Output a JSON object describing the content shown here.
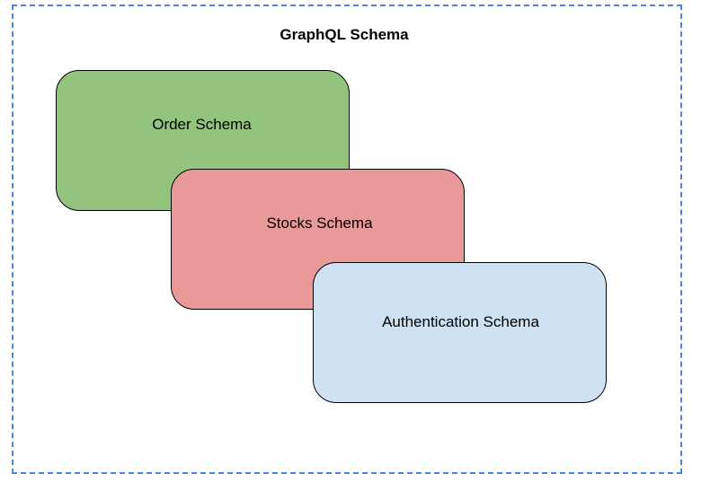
{
  "diagram": {
    "title": "GraphQL Schema",
    "nodes": [
      {
        "label": "Order Schema",
        "color": "#93c47d"
      },
      {
        "label": "Stocks Schema",
        "color": "#ea9999"
      },
      {
        "label": "Authentication Schema",
        "color": "#cfe2f3"
      }
    ],
    "border_color": "#4a86e8"
  }
}
